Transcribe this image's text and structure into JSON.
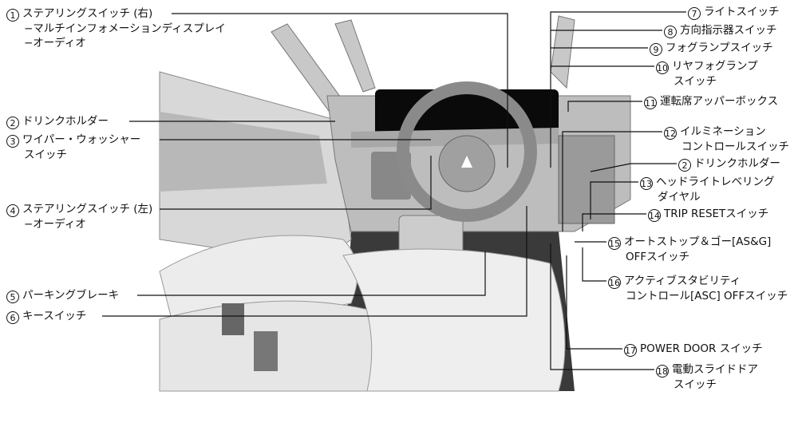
{
  "labels": {
    "l1": {
      "num": "1",
      "lines": [
        "ステアリングスイッチ (右)",
        "−マルチインフォメーションディスプレイ",
        "−オーディオ"
      ]
    },
    "l2": {
      "num": "2",
      "lines": [
        "ドリンクホルダー"
      ]
    },
    "l3": {
      "num": "3",
      "lines": [
        "ワイパー・ウォッシャー",
        "スイッチ"
      ]
    },
    "l4": {
      "num": "4",
      "lines": [
        "ステアリングスイッチ (左)",
        "−オーディオ"
      ]
    },
    "l5": {
      "num": "5",
      "lines": [
        "パーキングブレーキ"
      ]
    },
    "l6": {
      "num": "6",
      "lines": [
        "キースイッチ"
      ]
    },
    "l7": {
      "num": "7",
      "lines": [
        "ライトスイッチ"
      ]
    },
    "l8": {
      "num": "8",
      "lines": [
        "方向指示器スイッチ"
      ]
    },
    "l9": {
      "num": "9",
      "lines": [
        "フォグランプスイッチ"
      ]
    },
    "l10": {
      "num": "10",
      "lines": [
        "リヤフォグランプ",
        "スイッチ"
      ]
    },
    "l11": {
      "num": "11",
      "lines": [
        "運転席アッパーボックス"
      ]
    },
    "l12": {
      "num": "12",
      "lines": [
        "イルミネーション",
        "コントロールスイッチ"
      ]
    },
    "l2b": {
      "num": "2",
      "lines": [
        "ドリンクホルダー"
      ]
    },
    "l13": {
      "num": "13",
      "lines": [
        "ヘッドライトレベリング",
        "ダイヤル"
      ]
    },
    "l14": {
      "num": "14",
      "lines": [
        "TRIP RESETスイッチ"
      ]
    },
    "l15": {
      "num": "15",
      "lines": [
        "オートストップ＆ゴー[AS&G]",
        "OFFスイッチ"
      ]
    },
    "l16": {
      "num": "16",
      "lines": [
        "アクティブスタビリティ",
        "コントロール[ASC] OFFスイッチ"
      ]
    },
    "l17": {
      "num": "17",
      "lines": [
        "POWER DOOR スイッチ"
      ]
    },
    "l18": {
      "num": "18",
      "lines": [
        "電動スライドドア",
        "スイッチ"
      ]
    }
  }
}
